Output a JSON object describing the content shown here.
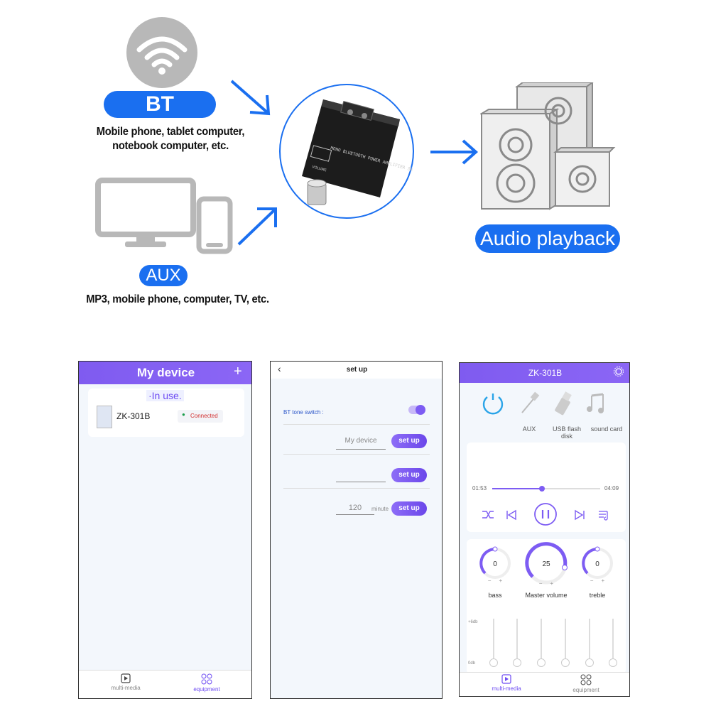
{
  "diagram": {
    "bt_label": "BT",
    "bt_caption_1": "Mobile phone, tablet computer,",
    "bt_caption_2": "notebook computer, etc.",
    "aux_label": "AUX",
    "aux_caption": "MP3, mobile phone, computer, TV, etc.",
    "playback_label": "Audio playback",
    "board_text": "MONO BLUETOOTH POWER AMPLIFIER 30W",
    "board_volume": "VOLUME",
    "accent_color": "#1a6ff0"
  },
  "screen1": {
    "title": "My device",
    "add_icon": "plus-icon",
    "in_use": "·In use.",
    "device_name": "ZK-301B",
    "status": "Connected",
    "nav": {
      "multimedia": "multi-media",
      "equipment": "equipment"
    }
  },
  "screen2": {
    "title": "set up",
    "bt_tone_label": "BT tone switch :",
    "device_placeholder": "My device",
    "set_up_1": "set up",
    "set_up_2": "set up",
    "minutes_value": "120",
    "minute_label": "minute",
    "set_up_3": "set up"
  },
  "screen3": {
    "title": "ZK-301B",
    "sources": [
      "AUX",
      "USB flash disk",
      "sound card"
    ],
    "time_elapsed": "01:53",
    "time_total": "04:09",
    "progress": 0.46,
    "knobs": [
      {
        "label": "bass",
        "value": "0"
      },
      {
        "label": "Master volume",
        "value": "25"
      },
      {
        "label": "treble",
        "value": "0"
      }
    ],
    "eq_top": "+6db",
    "eq_bottom": "0db",
    "nav": {
      "multimedia": "multi-media",
      "equipment": "equipment"
    }
  }
}
